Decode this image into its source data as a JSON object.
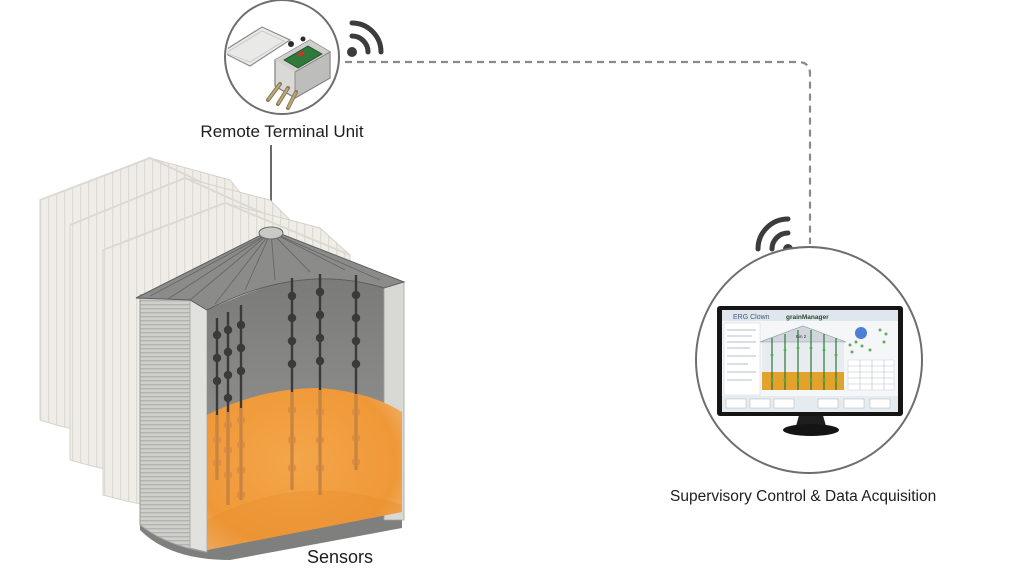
{
  "labels": {
    "rtu": "Remote Terminal Unit",
    "scada": "Supervisory Control & Data Acquisition",
    "sensors": "Sensors"
  },
  "screen": {
    "title": "ERG Clown",
    "brand": "grainManager",
    "bin_label": "Bin 2"
  },
  "colors": {
    "grain": "#f2a040",
    "grain_dark": "#e58a22",
    "silo_body": "#c9c9c6",
    "silo_ghost": "#ebe9e4",
    "circle_stroke": "#6e6e6e",
    "link": "#8a8a8a",
    "accent": "#5b8fd6"
  }
}
